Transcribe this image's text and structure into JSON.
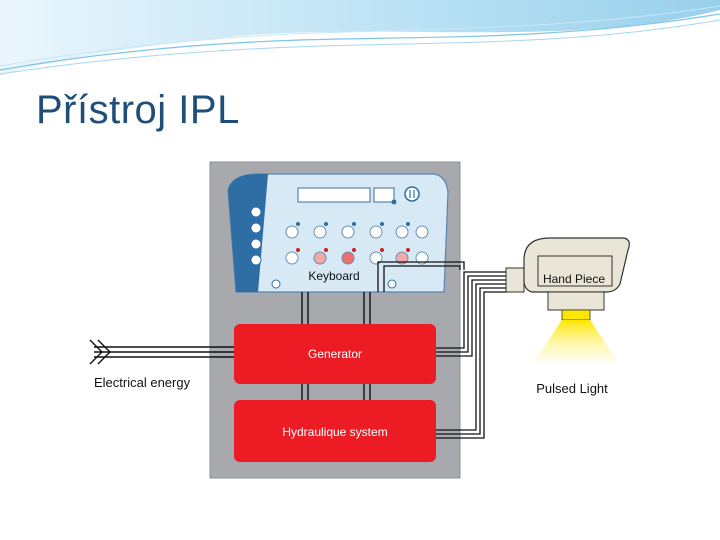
{
  "slide": {
    "title": "Přístroj IPL"
  },
  "diagram": {
    "keyboard_label": "Keyboard",
    "generator_label": "Generator",
    "hydraulic_label": "Hydraulique system",
    "hand_piece_label": "Hand Piece",
    "electrical_label": "Electrical energy",
    "pulsed_light_label": "Pulsed Light"
  },
  "colors": {
    "title": "#1f4e79",
    "wave_light": "#cfeaf7",
    "wave_mid": "#9fd3ee",
    "device_body": "#a7a9ac",
    "keyboard_panel": "#d6e9f5",
    "module_red": "#ed1c24",
    "light_yellow": "#ffe600"
  }
}
